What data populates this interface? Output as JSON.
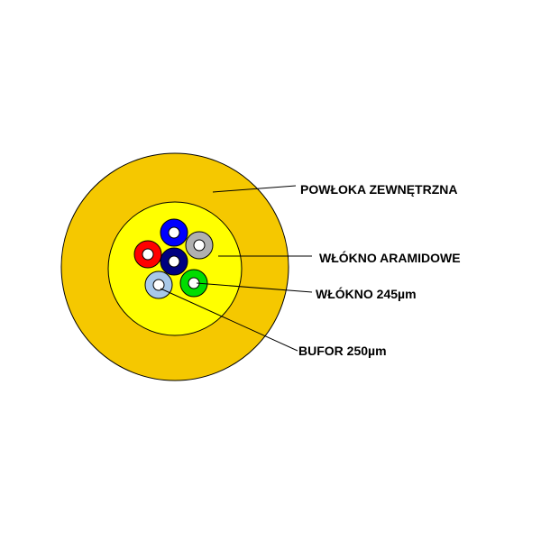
{
  "labels": {
    "outer_jacket": "POWŁOKA ZEWNĘTRZNA",
    "aramid_fiber": "WŁÓKNO ARAMIDOWE",
    "fiber": "WŁÓKNO 245µm",
    "buffer": "BUFOR 250µm"
  },
  "colors": {
    "outer_jacket": "#f5c800",
    "inner_core": "#ffff00",
    "outline": "#000000"
  },
  "fibers": [
    {
      "name": "blue",
      "color": "#0000ff"
    },
    {
      "name": "red",
      "color": "#ff0000"
    },
    {
      "name": "navy",
      "color": "#000080"
    },
    {
      "name": "gray",
      "color": "#b0b0b0"
    },
    {
      "name": "light-blue",
      "color": "#a8c8e8"
    },
    {
      "name": "green",
      "color": "#00dd00"
    }
  ]
}
